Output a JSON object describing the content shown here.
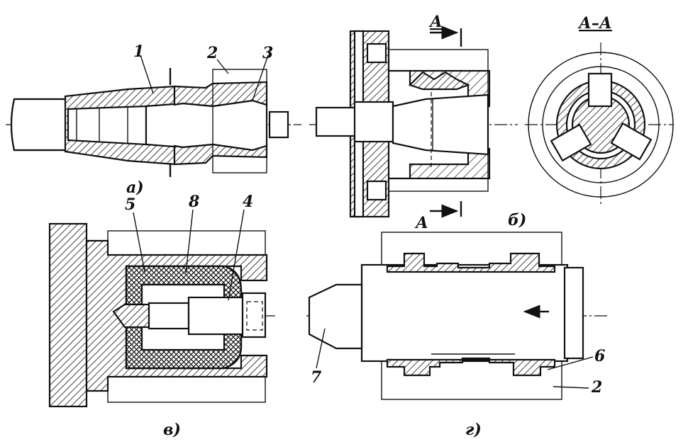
{
  "figure": {
    "part_numbers": {
      "n1": "1",
      "n2_top": "2",
      "n3": "3",
      "n4": "4",
      "n5": "5",
      "n6": "6",
      "n7": "7",
      "n8": "8",
      "n2_bottom": "2"
    },
    "captions": {
      "a": "а)",
      "b": "б)",
      "v": "в)",
      "g": "г)"
    },
    "section": {
      "title": "А–А",
      "arrow_top": "А",
      "arrow_bottom": "А"
    }
  }
}
